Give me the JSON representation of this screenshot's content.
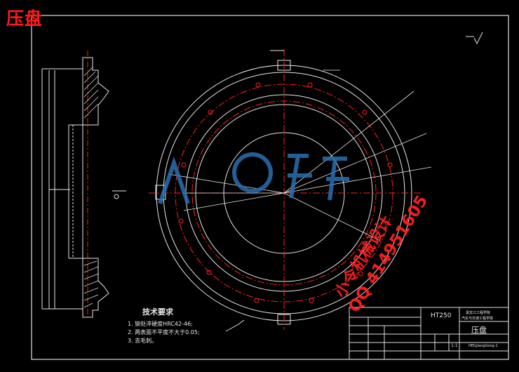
{
  "drawing_title": "压盘",
  "tech_requirements": {
    "heading": "技术要求",
    "items": [
      "1. 铆处淬硬度HRC42-46;",
      "2. 两表面不平度不大于0.05;",
      "3. 去毛刺。"
    ]
  },
  "title_block": {
    "material": "HT250",
    "school_line1": "黑龙江工程学院",
    "school_line2": "汽车与交通工程学院",
    "part_name": "压盘",
    "scale": "1:1",
    "drawing_no": "HEILJiangGong-1"
  },
  "watermark": {
    "line1": "小令机械设计",
    "line2": "QQ 414951605"
  },
  "colors": {
    "line": "#ffffff",
    "centerline": "#ff2020",
    "annotation": "#ff2020",
    "logo": "#2a6fb0"
  }
}
